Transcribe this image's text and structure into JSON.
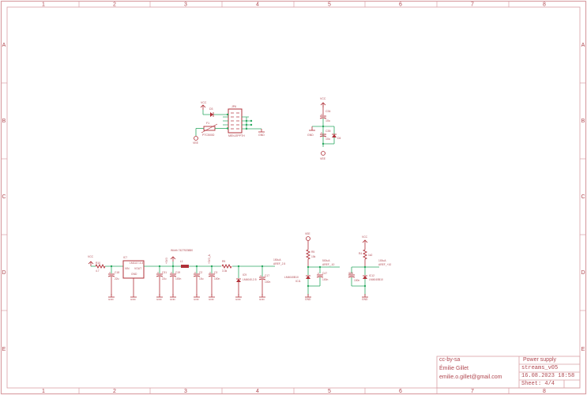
{
  "colors": {
    "frame": "#d9a0a5",
    "symbol": "#b03038",
    "net": "#2aa860",
    "text": "#b04850"
  },
  "frame": {
    "columns": [
      "1",
      "2",
      "3",
      "4",
      "5",
      "6",
      "7",
      "8"
    ],
    "rows": [
      "A",
      "B",
      "C",
      "D",
      "E"
    ]
  },
  "title_block": {
    "license": "cc-by-sa",
    "author": "Émilie Gillet",
    "email": "emilie.o.gillet@gmail.com",
    "sheet_title": "Power supply",
    "project": "streams_v05",
    "datetime": "16.08.2023 18:58",
    "sheet": "Sheet: 4/4"
  },
  "schematic": {
    "connector_block": {
      "supply_vcc": "VCC",
      "diode": "D3",
      "fuse": "F1",
      "fuse_value": "PTC500D",
      "input_vee": "VEE",
      "header": "JP6",
      "header_type": "MEN-EPPTH",
      "gnd": "GND"
    },
    "decoupling_block": {
      "vcc": "VCC",
      "c1": "C34",
      "c1_value": "10u",
      "gnd": "GND",
      "c2": "C35",
      "c2_value": "10u",
      "diode": "D4",
      "vee": "VEE"
    },
    "regulator_block": {
      "vcc": "VCC",
      "r_in": "R10",
      "r_in_value": "4.7",
      "c_in": "C18",
      "c_in_value": "22u",
      "regulator": "IC7",
      "regulator_type": "LM1117-3.3",
      "pin_in": "VIN",
      "pin_out": "VOUT",
      "pin_gnd": "GND",
      "c_out1": "C31",
      "c_out1_value": "22u",
      "c_out2": "C19",
      "c_out2_value": "100n",
      "rail_33": "+3V3",
      "inductor_note": "Würth 7427920880",
      "inductor": "L1",
      "c_a1": "C2",
      "c_a1_value": "10u",
      "c_a2": "C3",
      "c_a2_value": "100n",
      "rail_33a": "+3V3_A",
      "r_ref": "R9",
      "r_ref_value": "3.3k",
      "ref_diode": "IC9",
      "ref_diode_type": "LM4040-2.5",
      "c_ref": "C17",
      "c_ref_value": "100n",
      "ref_note": "150uA",
      "ref_net": "AREF_2.5",
      "gnd": "GND"
    },
    "neg_ref_block": {
      "vee": "VEE",
      "r": "R5",
      "r_value": "10k",
      "diode": "IC11",
      "diode_type": "LM4040B10",
      "c": "C47",
      "c_value": "100n",
      "note": "500uA",
      "net": "AREF_-10",
      "gnd": "GND"
    },
    "pos_ref_block": {
      "vcc": "VCC",
      "r": "R4",
      "r_value": "1k2",
      "c": "C36",
      "c_value": "100n",
      "diode": "IC12",
      "diode_type": "LM4040B10",
      "note": "100uA",
      "net": "AREF_+10",
      "gnd": "GND"
    }
  }
}
